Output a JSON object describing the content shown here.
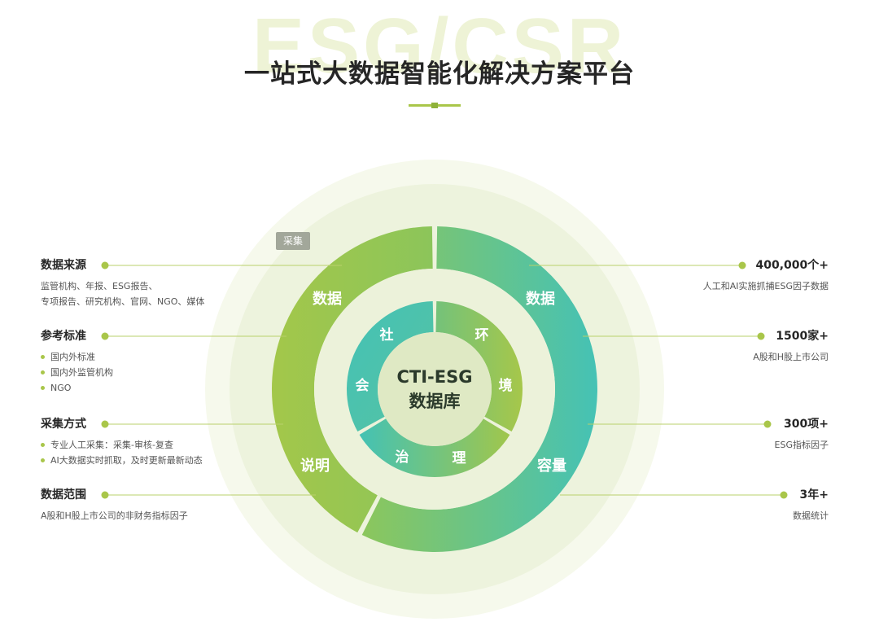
{
  "watermark": "ESG/CSR",
  "title": "一站式大数据智能化解决方案平台",
  "badge": "采集",
  "center": {
    "line1": "CTI-ESG",
    "line2": "数据库"
  },
  "outer_ring": {
    "left_top": "数据",
    "left_bottom": "说明",
    "right_top": "数据",
    "right_bottom": "容量"
  },
  "inner_ring": {
    "e1": "环",
    "e2": "境",
    "s1": "社",
    "s2": "会",
    "g1": "治",
    "g2": "理"
  },
  "left_items": [
    {
      "title": "数据来源",
      "desc": "监管机构、年报、ESG报告、\n专项报告、研究机构、官网、NGO、媒体"
    },
    {
      "title": "参考标准",
      "bullets": [
        "国内外标准",
        "国内外监管机构",
        "NGO"
      ]
    },
    {
      "title": "采集方式",
      "bullets": [
        "专业人工采集：采集-审核-复查",
        "AI大数据实时抓取，及时更新最新动态"
      ]
    },
    {
      "title": "数据范围",
      "desc": "A股和H股上市公司的非财务指标因子"
    }
  ],
  "right_items": [
    {
      "value": "400,000个+",
      "desc": "人工和AI实施抓捕ESG因子数据"
    },
    {
      "value": "1500家+",
      "desc": "A股和H股上市公司"
    },
    {
      "value": "300项+",
      "desc": "ESG指标因子"
    },
    {
      "value": "3年+",
      "desc": "数据统计"
    }
  ],
  "colors": {
    "accent": "#a9c64a",
    "green": "#9cc54a",
    "teal": "#4cc3b2",
    "halo_outer": "#f5f8ea",
    "halo_inner": "#eaf1d8",
    "center_fill": "#dfe9c3"
  }
}
